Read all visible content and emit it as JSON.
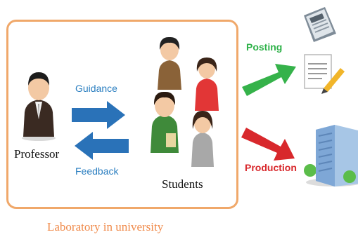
{
  "labels": {
    "guidance": "Guidance",
    "feedback": "Feedback",
    "professor": "Professor",
    "students": "Students",
    "posting": "Posting",
    "production": "Production",
    "caption": "Laboratory in university"
  },
  "icons": [
    "professor-figure-icon",
    "student-figure-icon",
    "newspaper-icon",
    "text-document-pen-icon",
    "office-building-icon"
  ],
  "colors": {
    "box_border": "#f0a86a",
    "blue_text": "#2a7ec0",
    "blue_arrow": "#2a72b8",
    "green_arrow": "#35b24a",
    "red_arrow": "#d8282c",
    "caption": "#f08a4a"
  }
}
